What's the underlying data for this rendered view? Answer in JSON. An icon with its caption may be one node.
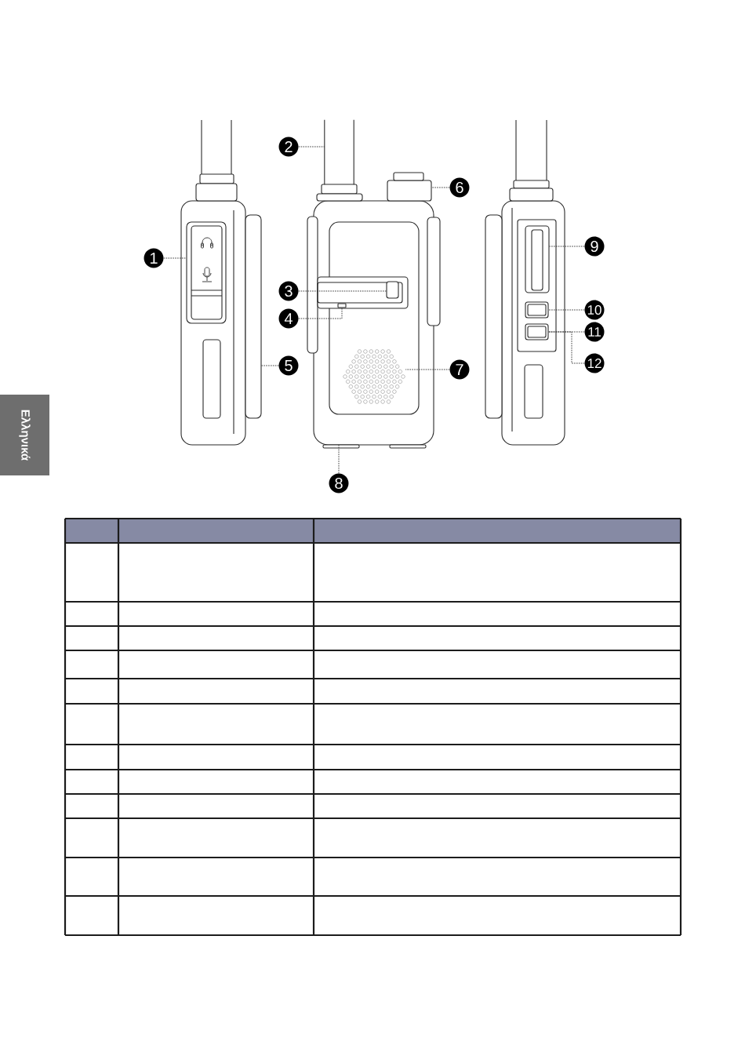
{
  "diagram": {
    "nodes": [
      {
        "text": [
          "1"
        ]
      },
      {
        "text": [
          "2"
        ]
      },
      {
        "text": [
          "3"
        ]
      },
      {
        "text": [
          "4"
        ]
      },
      {
        "text": [
          "5"
        ]
      },
      {
        "text": [
          "6"
        ]
      },
      {
        "text": [
          "7"
        ]
      },
      {
        "text": [
          "8"
        ]
      },
      {
        "text": [
          "9"
        ]
      },
      {
        "text": [
          "10"
        ]
      },
      {
        "text": [
          "11"
        ]
      },
      {
        "text": [
          "12"
        ]
      },
      {
        "text": [],
        "shape": "box"
      },
      {
        "text": [],
        "shape": "bar"
      },
      {
        "text": [],
        "shape": "box"
      },
      {
        "text": [],
        "shape": "box"
      },
      {
        "text": [],
        "shape": "box"
      },
      {
        "text": [],
        "shape": "box"
      },
      {
        "text": [],
        "shape": "circle"
      },
      {
        "text": [],
        "shape": "box"
      },
      {
        "text": [],
        "shape": "box"
      },
      {
        "text": [],
        "shape": "box"
      },
      {
        "text": [
          "Ελληνικά"
        ]
      }
    ],
    "edges": [
      {
        "from": 0,
        "to": 12,
        "arrow": "none",
        "style": "dashed"
      },
      {
        "from": 1,
        "to": 13,
        "arrow": "none",
        "style": "dashed"
      },
      {
        "from": 2,
        "to": 14,
        "arrow": "none",
        "style": "dashed"
      },
      {
        "from": 3,
        "to": 15,
        "arrow": "none",
        "style": "dashed"
      },
      {
        "from": 4,
        "to": 16,
        "arrow": "none",
        "style": "dashed"
      },
      {
        "from": 5,
        "to": 17,
        "arrow": "none",
        "style": "dashed"
      },
      {
        "from": 6,
        "to": 18,
        "arrow": "none",
        "style": "dashed"
      },
      {
        "from": 7,
        "to": null,
        "arrow": "none",
        "style": "dashed"
      },
      {
        "from": 8,
        "to": 19,
        "arrow": "none",
        "style": "dashed"
      },
      {
        "from": 9,
        "to": 20,
        "arrow": "none",
        "style": "dashed"
      },
      {
        "from": 10,
        "to": 21,
        "arrow": "none",
        "style": "dashed"
      },
      {
        "from": 11,
        "to": 21,
        "arrow": "none",
        "style": "dashed"
      }
    ]
  }
}
